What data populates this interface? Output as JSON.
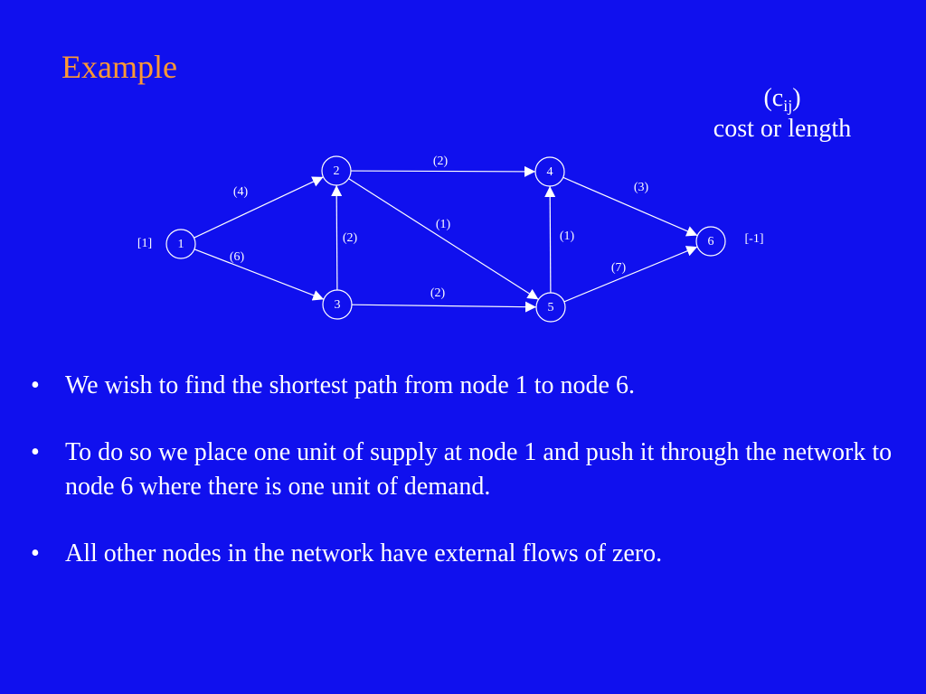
{
  "slide": {
    "title": "Example",
    "legend": {
      "line1_main": "(c",
      "line1_sub": "ij",
      "line1_end": ")",
      "line2": "cost or length"
    },
    "bullet_glyph": "•",
    "bullets": [
      "We wish to find the shortest path from node 1 to node 6.",
      "To do so we place one unit of supply at node 1 and push it through the network to node 6 where there is one unit of demand.",
      "All other nodes in the network have external flows of zero."
    ]
  },
  "network": {
    "nodes": [
      {
        "id": "1",
        "label": "1",
        "supply": "[1]"
      },
      {
        "id": "2",
        "label": "2"
      },
      {
        "id": "3",
        "label": "3"
      },
      {
        "id": "4",
        "label": "4"
      },
      {
        "id": "5",
        "label": "5"
      },
      {
        "id": "6",
        "label": "6",
        "supply": "[-1]"
      }
    ],
    "edges": [
      {
        "from": "1",
        "to": "2",
        "cost": "(4)"
      },
      {
        "from": "1",
        "to": "3",
        "cost": "(6)"
      },
      {
        "from": "2",
        "to": "4",
        "cost": "(2)"
      },
      {
        "from": "2",
        "to": "5",
        "cost": "(1)"
      },
      {
        "from": "3",
        "to": "2",
        "cost": "(2)"
      },
      {
        "from": "3",
        "to": "5",
        "cost": "(2)"
      },
      {
        "from": "4",
        "to": "6",
        "cost": "(3)"
      },
      {
        "from": "5",
        "to": "4",
        "cost": "(1)"
      },
      {
        "from": "5",
        "to": "6",
        "cost": "(7)"
      }
    ]
  }
}
